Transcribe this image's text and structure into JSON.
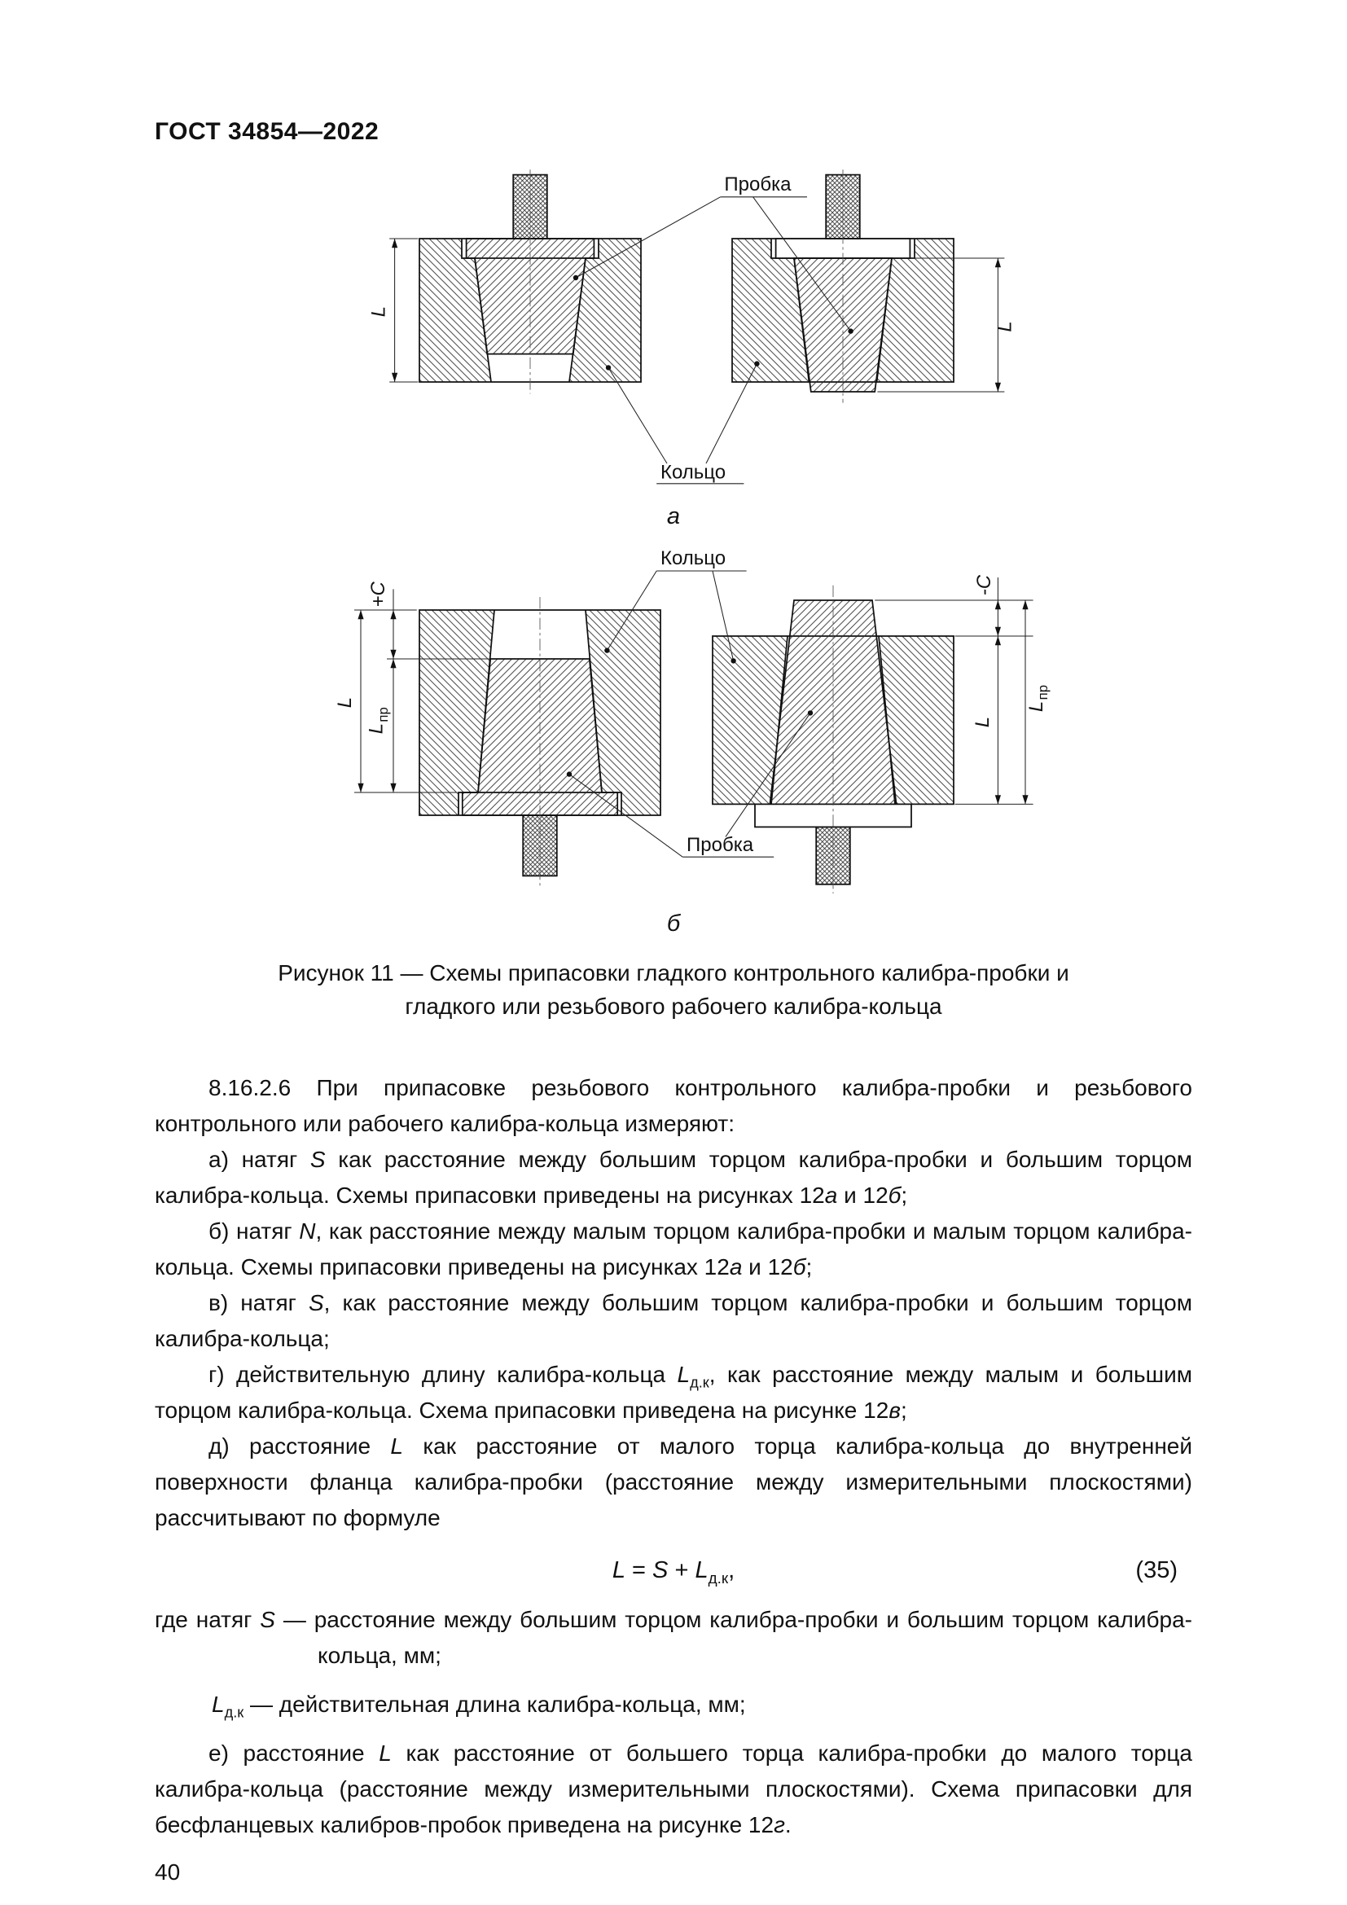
{
  "colors": {
    "ink": "#111111",
    "paper": "#ffffff"
  },
  "header": {
    "title": "ГОСТ 34854—2022"
  },
  "figure": {
    "caption": "Рисунок 11 — Схемы припасовки гладкого контрольного калибра-пробки и гладкого или резьбового рабочего калибра-кольца",
    "sub_a": "а",
    "sub_b": "б",
    "labels": {
      "plug": "Пробка",
      "ring": "Кольцо",
      "l": "L",
      "l_pr_main": "L",
      "l_pr_sub": "пр",
      "plus_c": "+С",
      "minus_c": "-С"
    }
  },
  "body": {
    "intro": [
      {
        "t": "8.16.2.6 При припасовке резьбового контрольного калибра-пробки и резьбового контрольного или рабочего калибра-кольца измеряют:"
      }
    ],
    "item_a": [
      {
        "t": "а) натяг "
      },
      {
        "t": "S",
        "i": true
      },
      {
        "t": " как расстояние между большим торцом калибра-пробки и большим торцом калибра-кольца. Схемы припасовки приведены на рисунках 12"
      },
      {
        "t": "а",
        "i": true
      },
      {
        "t": " и 12"
      },
      {
        "t": "б",
        "i": true
      },
      {
        "t": ";"
      }
    ],
    "item_b": [
      {
        "t": "б) натяг "
      },
      {
        "t": "N",
        "i": true
      },
      {
        "t": ", как расстояние между малым торцом калибра-пробки и малым торцом калибра-кольца. Схемы припасовки приведены на рисунках 12"
      },
      {
        "t": "а",
        "i": true
      },
      {
        "t": " и 12"
      },
      {
        "t": "б",
        "i": true
      },
      {
        "t": ";"
      }
    ],
    "item_v": [
      {
        "t": "в) натяг "
      },
      {
        "t": "S",
        "i": true
      },
      {
        "t": ", как расстояние между большим торцом калибра-пробки и большим торцом калибра-кольца;"
      }
    ],
    "item_g": [
      {
        "t": "г) действительную длину калибра-кольца "
      },
      {
        "t": "L",
        "i": true
      },
      {
        "t": "д.к",
        "sub": true
      },
      {
        "t": ", как расстояние между малым и большим торцом калибра-кольца. Схема припасовки приведена на рисунке 12"
      },
      {
        "t": "в",
        "i": true
      },
      {
        "t": ";"
      }
    ],
    "item_d": [
      {
        "t": "д) расстояние "
      },
      {
        "t": "L",
        "i": true
      },
      {
        "t": " как расстояние от малого торца калибра-кольца до внутренней поверхности фланца калибра-пробки (расстояние между измерительными плоскостями) рассчитывают по формуле"
      }
    ],
    "where_s": [
      {
        "t": "где натяг "
      },
      {
        "t": "S",
        "i": true
      },
      {
        "t": " — расстояние между большим торцом калибра-пробки и большим торцом калибра-кольца, мм;"
      }
    ],
    "where_ldk": [
      {
        "t": "L",
        "i": true
      },
      {
        "t": "д.к",
        "sub": true
      },
      {
        "t": " — действительная длина калибра-кольца, мм;"
      }
    ],
    "item_e": [
      {
        "t": "е) расстояние "
      },
      {
        "t": "L",
        "i": true
      },
      {
        "t": " как расстояние от большего торца калибра-пробки до малого торца калибра-кольца (расстояние между измерительными плоскостями). Схема припасовки для бесфланцевых калибров-пробок приведена на рисунке 12"
      },
      {
        "t": "г",
        "i": true
      },
      {
        "t": "."
      }
    ]
  },
  "formula": {
    "parts": [
      {
        "t": "L",
        "i": true
      },
      {
        "t": " = "
      },
      {
        "t": "S",
        "i": true
      },
      {
        "t": " + "
      },
      {
        "t": "L",
        "i": true
      },
      {
        "t": "д.к",
        "sub": true
      },
      {
        "t": ","
      }
    ],
    "number": "(35)"
  },
  "page_number": "40"
}
